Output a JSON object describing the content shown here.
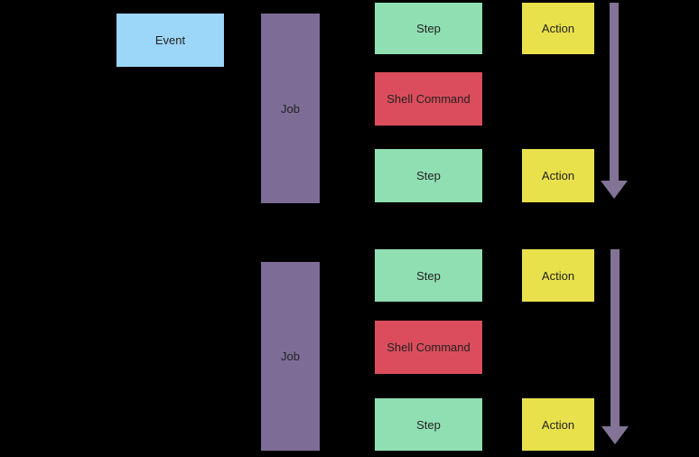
{
  "palette": {
    "background": "#000000",
    "event_blue": "#9CD6F8",
    "job_purple": "#7D6D96",
    "step_green": "#90DFB3",
    "shell_red": "#DB4D5C",
    "action_yellow": "#E8E14B",
    "arrow_purple": "#837396",
    "label_text": "#222222"
  },
  "diagram": {
    "event": {
      "label": "Event"
    },
    "runners": [
      {
        "job": {
          "label": "Job"
        },
        "steps": [
          {
            "type": "step",
            "label": "Step"
          },
          {
            "type": "shell",
            "label": "Shell Command"
          },
          {
            "type": "step",
            "label": "Step"
          }
        ],
        "actions": [
          {
            "label": "Action"
          },
          {
            "label": "Action"
          }
        ],
        "arrow": {
          "direction": "down"
        }
      },
      {
        "job": {
          "label": "Job"
        },
        "steps": [
          {
            "type": "step",
            "label": "Step"
          },
          {
            "type": "shell",
            "label": "Shell Command"
          },
          {
            "type": "step",
            "label": "Step"
          }
        ],
        "actions": [
          {
            "label": "Action"
          },
          {
            "label": "Action"
          }
        ],
        "arrow": {
          "direction": "down"
        }
      }
    ]
  }
}
